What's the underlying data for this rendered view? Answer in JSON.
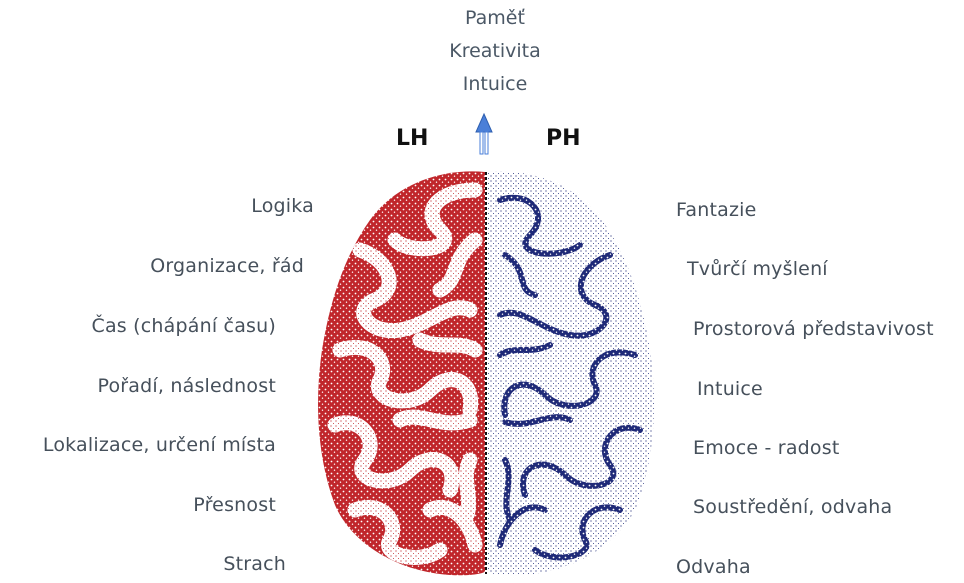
{
  "top_labels": [
    "Paměť",
    "Kreativita",
    "Intuice"
  ],
  "hemispheres": {
    "left": "LH",
    "right": "PH"
  },
  "left_labels": [
    "Logika",
    "Organizace, řád",
    "Čas (chápání času)",
    "Pořadí, následnost",
    "Lokalizace, určení místa",
    "Přesnost",
    "Strach"
  ],
  "right_labels": [
    "Fantazie",
    "Tvůrčí myšlení",
    "Prostorová představivost",
    "Intuice",
    "Emoce - radost",
    "Soustředění, odvaha",
    "Odvaha"
  ],
  "colors": {
    "left_hemisphere": "#c0262b",
    "right_hemisphere": "#1f2a78",
    "arrow": "#4a7fd8",
    "text": "#46505b"
  }
}
